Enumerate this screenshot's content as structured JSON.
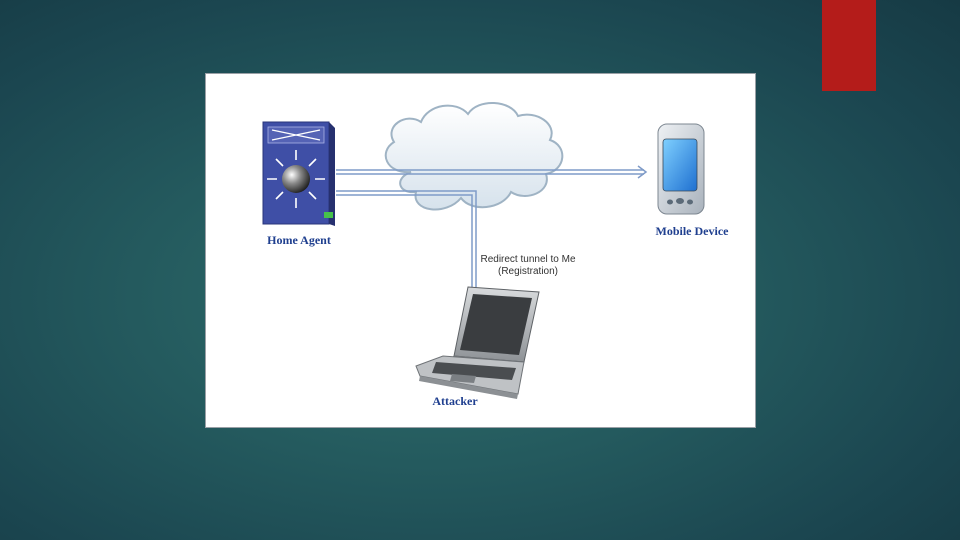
{
  "colors": {
    "accent": "#b41c1a",
    "device_label": "#1f3f8f",
    "switch_body": "#3f4fa6",
    "tunnel_line": "#7f9bc8"
  },
  "nodes": {
    "home_agent": {
      "label": "Home Agent",
      "icon": "router-switch-icon"
    },
    "mobile_device": {
      "label": "Mobile Device",
      "icon": "pda-phone-icon"
    },
    "attacker": {
      "label": "Attacker",
      "icon": "laptop-icon"
    },
    "cloud": {
      "icon": "cloud-icon"
    }
  },
  "annotation": {
    "line1": "Redirect tunnel to Me",
    "line2": "(Registration)"
  }
}
